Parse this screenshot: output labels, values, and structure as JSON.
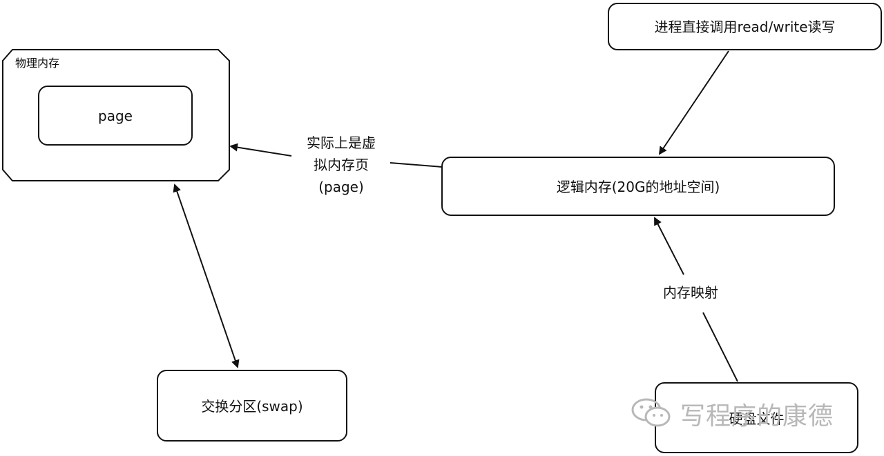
{
  "nodes": {
    "physical_memory": "物理内存",
    "page": "page",
    "process_rw": "进程直接调用read/write读写",
    "logical_memory": "逻辑内存(20G的地址空间)",
    "swap": "交换分区(swap)",
    "disk_file": "硬盘文件"
  },
  "edge_labels": {
    "virtual_page_line1": "实际上是虚",
    "virtual_page_line2": "拟内存页",
    "virtual_page_line3": "(page)",
    "memory_map": "内存映射"
  },
  "watermark": {
    "text": "写程序的康德",
    "icon": "wechat-icon"
  }
}
